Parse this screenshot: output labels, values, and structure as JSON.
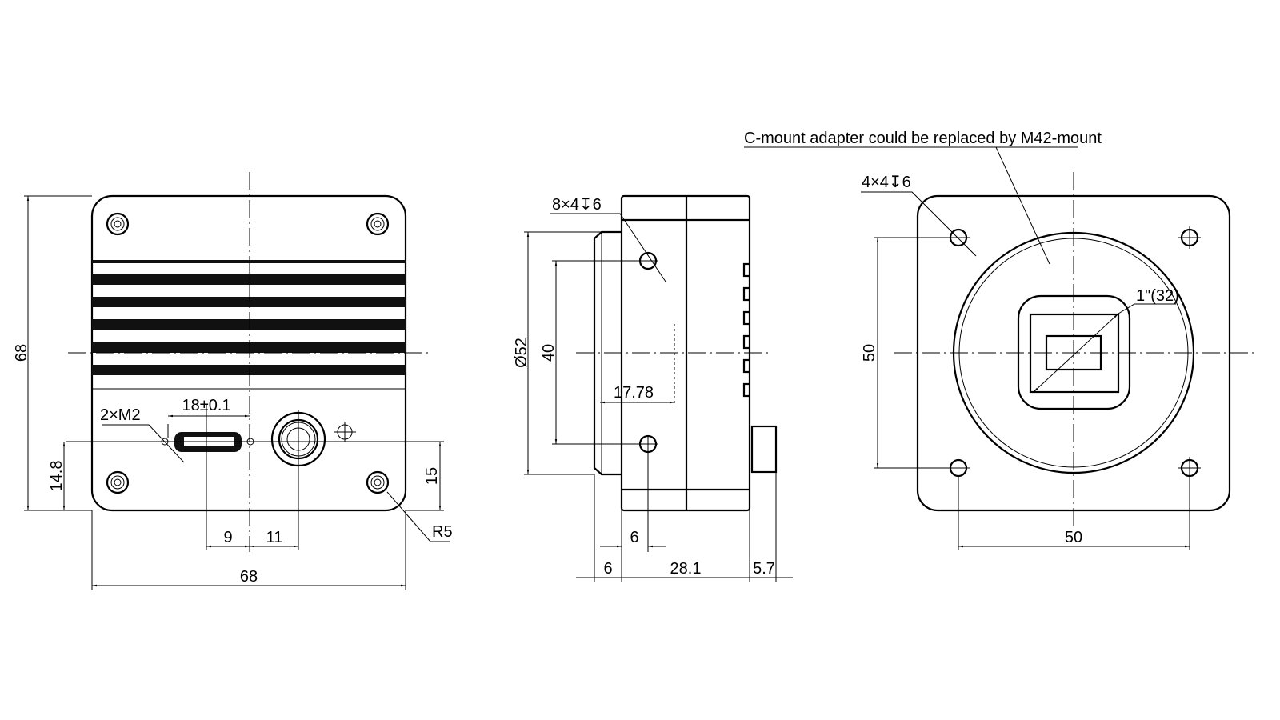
{
  "note": "C-mount adapter could be replaced by M42-mount",
  "front_view": {
    "width_dim": "68",
    "height_dim": "68",
    "m2_label": "2×M2",
    "usb_spacing": "18±0.1",
    "dim_9": "9",
    "dim_11": "11",
    "dim_14_8": "14.8",
    "dim_15": "15",
    "radius": "R5"
  },
  "side_view": {
    "holes_label": "8×4↧6",
    "diameter": "Ø52",
    "dim_40": "40",
    "dim_17_78": "17.78",
    "dim_6_hole": "6",
    "dim_6": "6",
    "dim_28_1": "28.1",
    "dim_5_7": "5.7"
  },
  "rear_view": {
    "holes_label": "4×4↧6",
    "sensor_label": "1\"(32)",
    "dim_50_v": "50",
    "dim_50_h": "50"
  }
}
